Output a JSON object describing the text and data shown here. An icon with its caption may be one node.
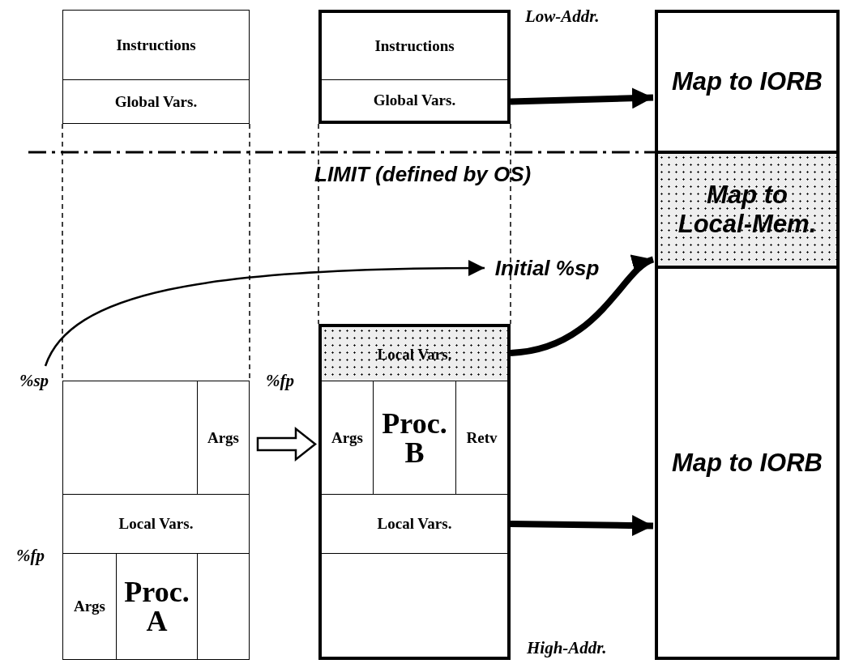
{
  "diagram": {
    "nodes": [
      {
        "text": [
          "Instructions"
        ]
      },
      {
        "text": [
          "Instructions"
        ]
      },
      {
        "text": [
          "Map to IORB"
        ]
      },
      {
        "text": [
          "Global Vars."
        ]
      },
      {
        "text": [
          "Global Vars."
        ]
      },
      {
        "text": [
          "Map to Local-Mem."
        ]
      },
      {
        "text": [
          "Initial %sp"
        ]
      },
      {
        "text": [
          "Local Vars."
        ]
      },
      {
        "text": [
          "%sp"
        ]
      },
      {
        "text": [],
        "shape": "box"
      },
      {
        "text": [
          "Args"
        ]
      },
      {
        "text": [
          "Args"
        ]
      },
      {
        "text": [
          "Proc. B"
        ]
      },
      {
        "text": [
          "Retv"
        ]
      },
      {
        "text": [
          "Map to IORB"
        ]
      },
      {
        "text": [
          "Local Vars."
        ]
      },
      {
        "text": [
          "Local Vars."
        ]
      },
      {
        "text": [
          "Args"
        ]
      },
      {
        "text": [
          "Proc. A"
        ]
      },
      {
        "text": [],
        "shape": "box"
      },
      {
        "text": [],
        "shape": "box"
      }
    ],
    "edges": [
      {
        "from": 4,
        "to": 2,
        "arrow": "to"
      },
      {
        "from": 8,
        "to": 6,
        "arrow": "to"
      },
      {
        "from": 7,
        "to": 5,
        "arrow": "to"
      },
      {
        "from": 10,
        "to": 11,
        "arrow": "to"
      },
      {
        "from": 16,
        "to": 14,
        "arrow": "to"
      }
    ],
    "labels": [
      "Low-Addr.",
      "LIMIT (defined by OS)",
      "%fp",
      "%fp",
      "High-Addr."
    ]
  }
}
